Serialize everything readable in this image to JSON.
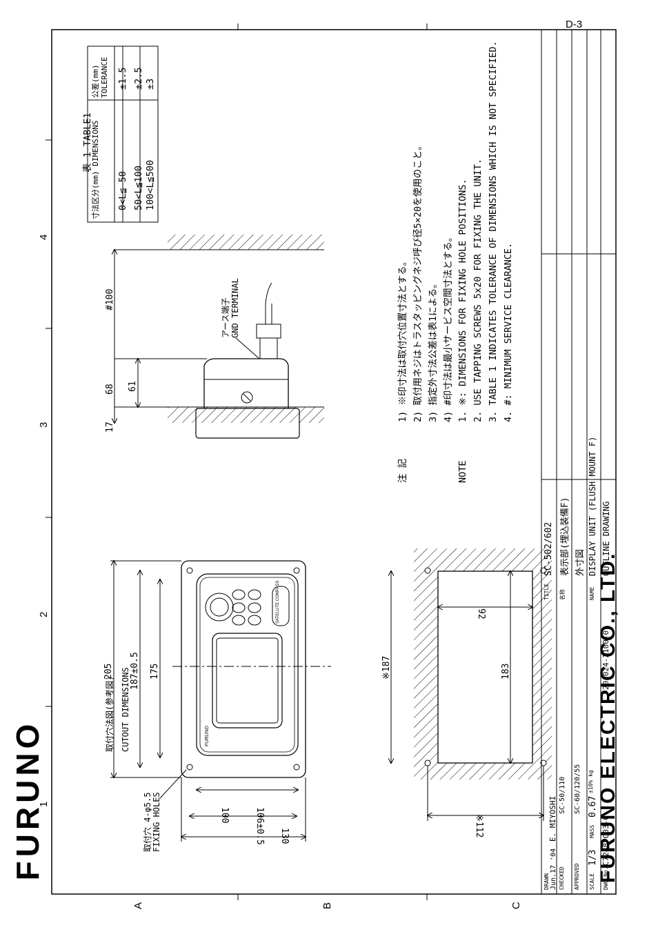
{
  "page_id": "D-3",
  "side_logo": "FURUNO",
  "frame": {
    "columns": [
      "1",
      "2",
      "3",
      "4"
    ],
    "rows": [
      "A",
      "B",
      "C"
    ]
  },
  "table1": {
    "title": "表 1 TABLE1",
    "headers": [
      "寸法区分(mm) DIMENSIONS",
      "公差(mm) TOLERANCE"
    ],
    "rows": [
      [
        "0<L≦ 50",
        "±1.5"
      ],
      [
        "50<L≦100",
        "±2.5"
      ],
      [
        "100<L≦500",
        "±3"
      ]
    ]
  },
  "notes": {
    "jp_label": "注 記",
    "jp": [
      "1) ※印寸法は取付穴位置寸法とする。",
      "2) 取付用ネジはトラスタッピングネジ呼び径5×20を使用のこと。",
      "3) 指定外寸法公差は表1による。",
      "4) #印寸法は最小サービス空間寸法とする。"
    ],
    "en_label": "NOTE",
    "en": [
      "1. ※: DIMENSIONS FOR FIXING HOLE POSITIONS.",
      "2. USE TAPPING SCREWS 5x20 FOR FIXING THE UNIT.",
      "3. TABLE 1 INDICATES TOLERANCE OF DIMENSIONS WHICH IS NOT SPECIFIED.",
      "4. #: MINIMUM SERVICE CLEARANCE."
    ]
  },
  "front_view": {
    "dims": [
      "205",
      "187±0.5",
      "175",
      "100",
      "106±0.5",
      "130"
    ],
    "fixing_holes_jp": "取付穴 4-φ5.5",
    "fixing_holes_en": "FIXING HOLES",
    "brand": "FURUNO",
    "compass_label": "SATELLITE COMPASS"
  },
  "side_view": {
    "dims": [
      "17",
      "68",
      "61",
      "#100"
    ],
    "gnd_jp": "アース端子",
    "gnd_en": "GND TERMINAL"
  },
  "cutout": {
    "dims": [
      "※187",
      "183",
      "92",
      "※112"
    ],
    "title_jp": "取付穴法図(参考図)",
    "title_en": "CUTOUT DIMENSIONS"
  },
  "title_block": {
    "drawn_label": "DRAWN",
    "drawn_date": "Jun.17 '04",
    "drawn_by": "E. MIYOSHI",
    "checked_label": "CHECKED",
    "approved_label": "APPROVED",
    "scale_label": "SCALE",
    "scale": "1/3",
    "mass_label": "MASS",
    "mass": "0.67",
    "mass_tol": "±10% kg",
    "dwg_label": "DWG.No.",
    "dwg_no": "C7248-G03-G",
    "ref_no": "20-024-2100-0",
    "ref1": "SC-50/110",
    "ref2": "SC-60/120/55",
    "title_label": "TITLE",
    "title": "SC-502/602",
    "name_jp_label": "名称",
    "name_jp": "表示部(埋込装備F)",
    "name_jp2": "外寸図",
    "name_label": "NAME",
    "name_en": "DISPLAY UNIT (FLUSH MOUNT F)",
    "name_en2": "OUTLINE DRAWING"
  },
  "company": "FURUNO ELECTRIC CO., LTD."
}
